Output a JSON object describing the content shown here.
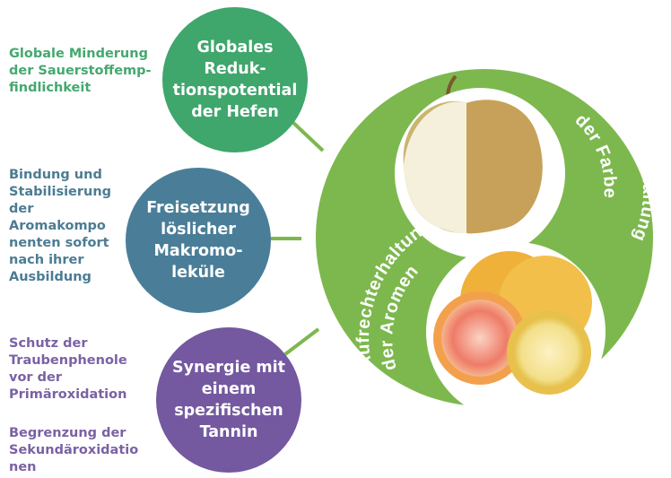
{
  "left_notes": {
    "reduction": "Globale Minderung\nder Sauerstoffemp-\nfindlichkeit",
    "binding": "Bindung und\nStabilisierung\nder\nAromakompo\nnenten sofort\nnach ihrer\nAusbildung",
    "protection": "Schutz der\nTraubenphenole\nvor der\nPrimäroxidation",
    "limitation": "Begrenzung der\nSekundäroxidatio\nnen"
  },
  "circles": {
    "reduction": "Globales\nReduk-\ntionspotential\nder Hefen",
    "release": "Freisetzung\nlöslicher\nMakromo-\nleküle",
    "synergy": "Synergie mit\neinem\nspezifischen\nTannin"
  },
  "big_circle": {
    "color_label_line1": "Aufrechterhaltung",
    "color_label_line2": "der Farbe",
    "aroma_label_line1": "Aufrechterhaltung",
    "aroma_label_line2": "der Aromen"
  },
  "colors": {
    "green": "#3fa66c",
    "blue": "#4a7e98",
    "purple": "#7458a0",
    "big_green": "#7db84e"
  }
}
